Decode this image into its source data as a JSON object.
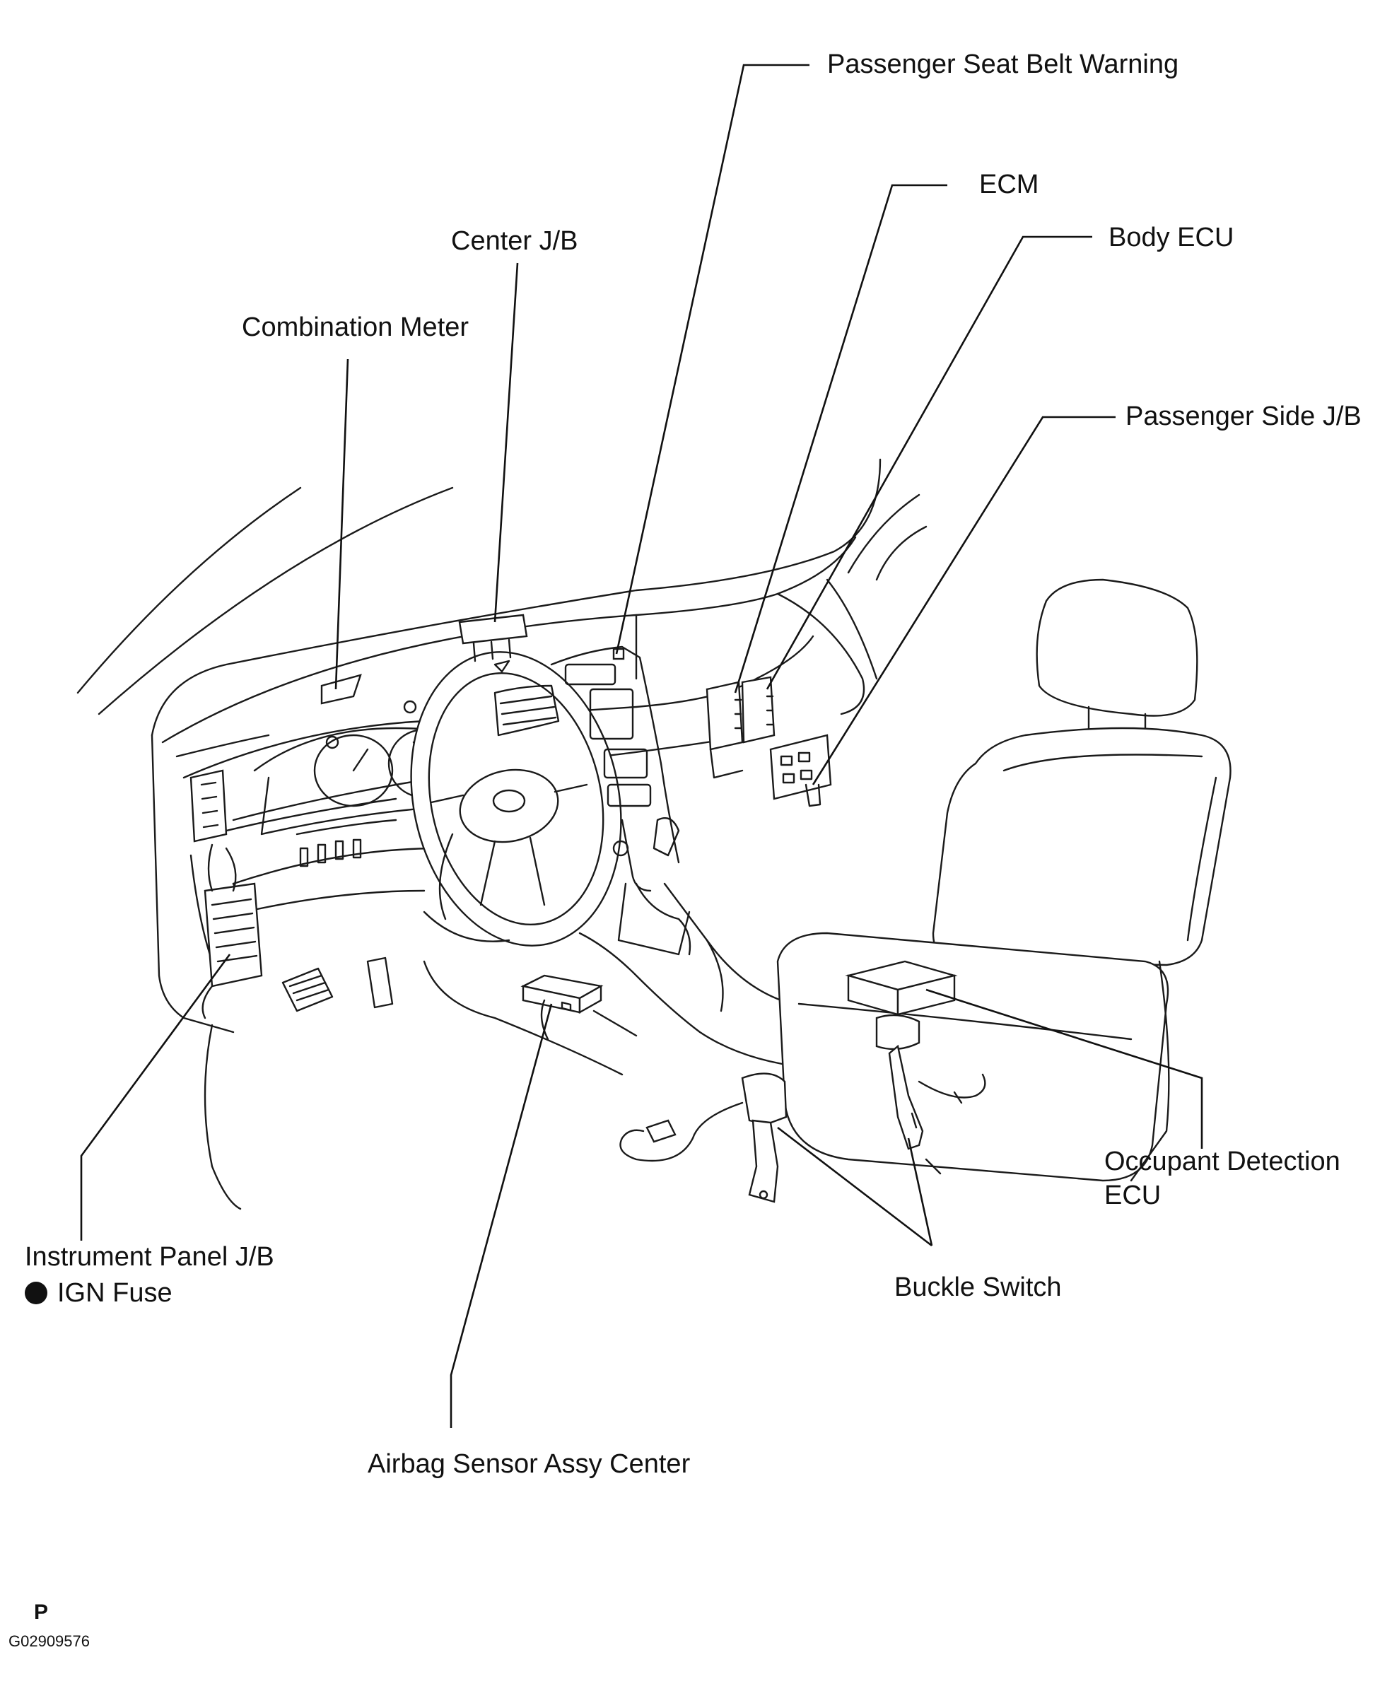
{
  "labels": {
    "passenger_seat_belt_warning": "Passenger Seat Belt Warning",
    "ecm": "ECM",
    "center_jb": "Center J/B",
    "body_ecu": "Body ECU",
    "combination_meter": "Combination Meter",
    "passenger_side_jb": "Passenger Side J/B",
    "occupant_detection_ecu_line1": "Occupant Detection",
    "occupant_detection_ecu_line2": "ECU",
    "instrument_panel_jb": "Instrument Panel J/B",
    "ign_fuse": "IGN Fuse",
    "buckle_switch": "Buckle Switch",
    "airbag_sensor_assy_center": "Airbag Sensor Assy Center"
  },
  "footer": {
    "marker": "P",
    "figure_code": "G02909576"
  },
  "icons": {
    "bullet": "filled-circle-icon"
  }
}
